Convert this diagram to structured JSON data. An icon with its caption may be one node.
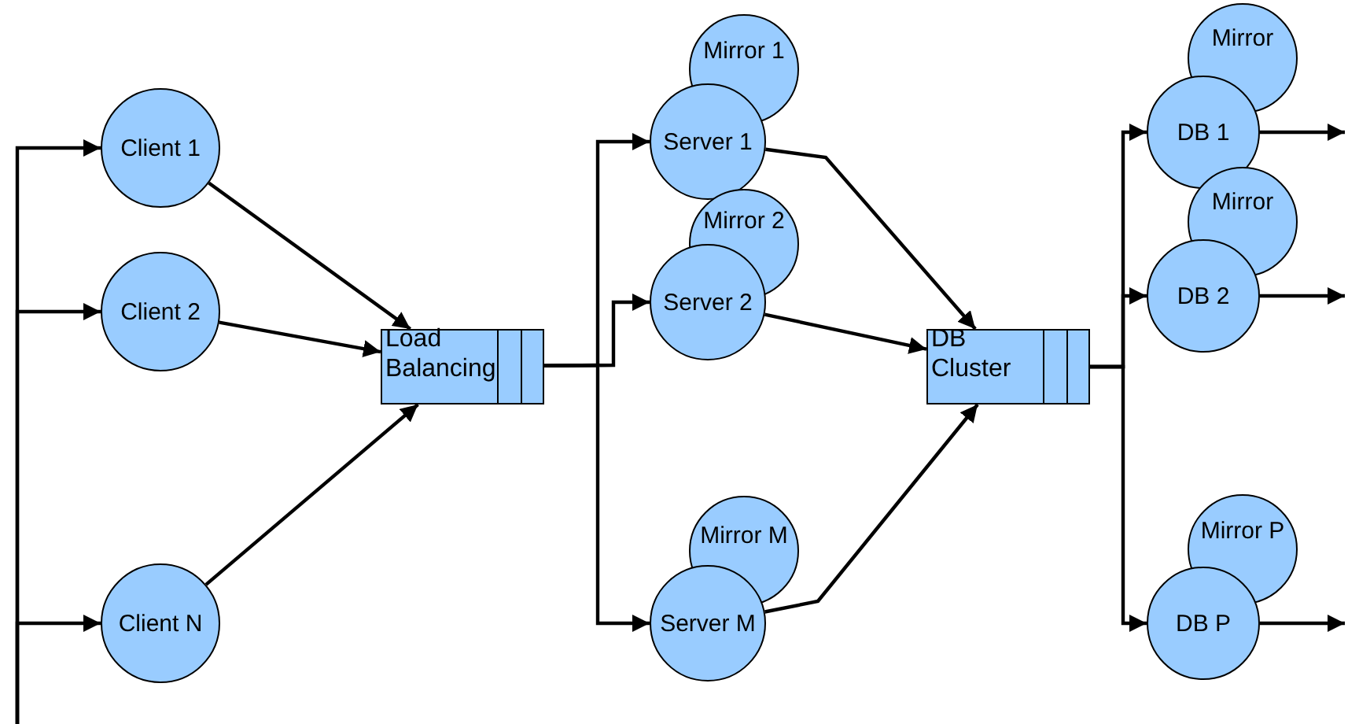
{
  "diagram": {
    "nodes": [
      {
        "text": [
          "Client 1"
        ]
      },
      {
        "text": [
          "Client 2"
        ]
      },
      {
        "text": [
          "Client N"
        ]
      },
      {
        "text": [
          "Load Balancing"
        ]
      },
      {
        "text": [
          "Mirror 1"
        ]
      },
      {
        "text": [
          "Server 1"
        ]
      },
      {
        "text": [
          "Mirror 2"
        ]
      },
      {
        "text": [
          "Server 2"
        ]
      },
      {
        "text": [
          "Mirror M"
        ]
      },
      {
        "text": [
          "Server M"
        ]
      },
      {
        "text": [
          "DB Cluster"
        ]
      },
      {
        "text": [
          "Mirror"
        ]
      },
      {
        "text": [
          "DB 1"
        ]
      },
      {
        "text": [
          "Mirror"
        ]
      },
      {
        "text": [
          "DB 2"
        ]
      },
      {
        "text": [
          "Mirror P"
        ]
      },
      {
        "text": [
          "DB P"
        ]
      }
    ],
    "edges": [
      {
        "from": null,
        "to": 0,
        "arrow": "to"
      },
      {
        "from": null,
        "to": 1,
        "arrow": "to"
      },
      {
        "from": null,
        "to": 2,
        "arrow": "to"
      },
      {
        "from": 0,
        "to": 3,
        "arrow": "to"
      },
      {
        "from": 1,
        "to": 3,
        "arrow": "to"
      },
      {
        "from": 2,
        "to": 3,
        "arrow": "to"
      },
      {
        "from": 3,
        "to": 5,
        "arrow": "to"
      },
      {
        "from": 3,
        "to": 7,
        "arrow": "to"
      },
      {
        "from": 3,
        "to": 9,
        "arrow": "to"
      },
      {
        "from": 5,
        "to": 10,
        "arrow": "to"
      },
      {
        "from": 7,
        "to": 10,
        "arrow": "to"
      },
      {
        "from": 9,
        "to": 10,
        "arrow": "to"
      },
      {
        "from": 10,
        "to": 12,
        "arrow": "to"
      },
      {
        "from": 10,
        "to": 14,
        "arrow": "to"
      },
      {
        "from": 10,
        "to": 16,
        "arrow": "to"
      },
      {
        "from": 12,
        "to": null,
        "arrow": "to"
      },
      {
        "from": 14,
        "to": null,
        "arrow": "to"
      },
      {
        "from": 16,
        "to": null,
        "arrow": "to"
      }
    ]
  }
}
